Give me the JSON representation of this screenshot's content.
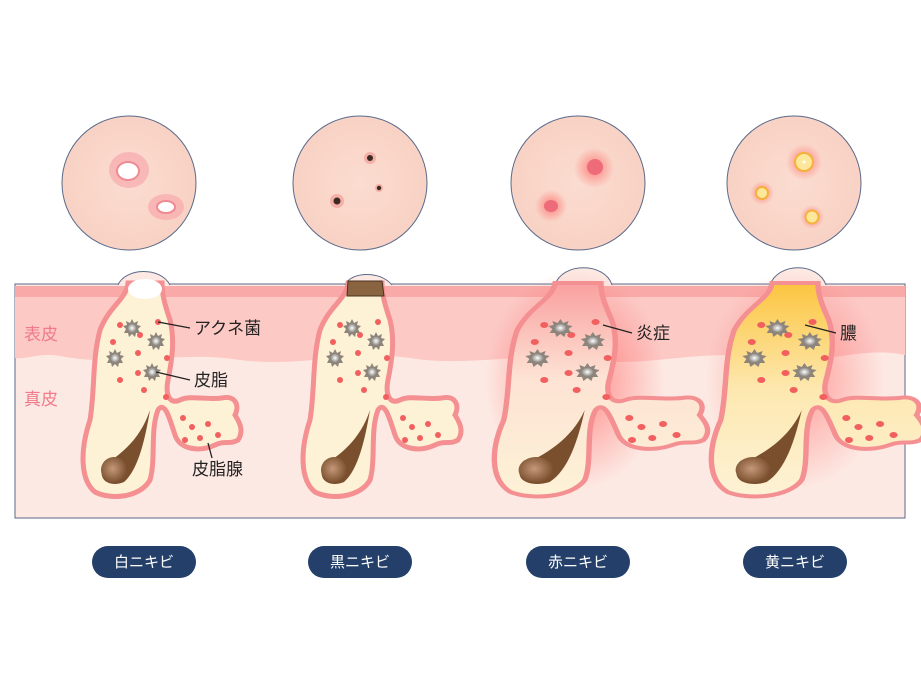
{
  "layers": {
    "epidermis": "表皮",
    "dermis": "真皮"
  },
  "annotations": {
    "bacteria": "アクネ菌",
    "sebum": "皮脂",
    "sebaceous_gland": "皮脂腺",
    "inflammation": "炎症",
    "pus": "膿"
  },
  "stages": [
    {
      "label": "白ニキビ"
    },
    {
      "label": "黒ニキビ"
    },
    {
      "label": "赤ニキビ"
    },
    {
      "label": "黄ニキビ"
    }
  ],
  "colors": {
    "pill": "#24406a",
    "skin_top": "#f9aaa8",
    "epidermis": "#fcc9c5",
    "dermis": "#fde9e3",
    "sebum": "#fdf2d6",
    "follicle_edge": "#f48f92",
    "hair": "#7a4f2e",
    "pus": "#fcc540"
  }
}
